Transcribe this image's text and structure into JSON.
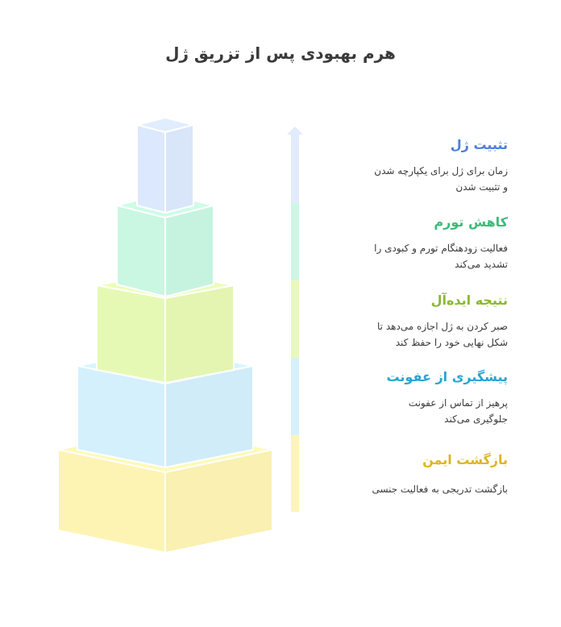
{
  "title": "هرم بهبودی پس از تزریق ژل",
  "levels": [
    {
      "title": "تثبیت ژل",
      "desc_lines": [
        "زمان برای ژل برای یکپارچه شدن",
        "و تثبیت شدن"
      ],
      "title_color": "#4a7fd8",
      "fill": "#dce8fd",
      "band_fill": "#e2ebfc"
    },
    {
      "title": "کاهش تورم",
      "desc_lines": [
        "فعالیت زودهنگام تورم و کبودی را",
        "تشدید می‌کند"
      ],
      "title_color": "#3dba7a",
      "fill": "#c9f7e2",
      "band_fill": "#cdf7e4"
    },
    {
      "title": "نتیجه ایده‌آل",
      "desc_lines": [
        "صبر کردن به ژل اجازه می‌دهد تا",
        "شکل نهایی خود را حفظ کند"
      ],
      "title_color": "#8ab830",
      "fill": "#e6f9b4",
      "band_fill": "#e9f9bb"
    },
    {
      "title": "پیشگیری از عفونت",
      "desc_lines": [
        "پرهیز از تماس از عفونت",
        "جلوگیری می‌کند"
      ],
      "title_color": "#2aa3d1",
      "fill": "#d3f0fc",
      "band_fill": "#d6f1fc"
    },
    {
      "title": "بازگشت ایمن",
      "desc_lines": [
        "بازگشت تدریجی به فعالیت جنسی"
      ],
      "title_color": "#e0b422",
      "fill": "#fdf4b4",
      "band_fill": "#fdf4b8"
    }
  ]
}
